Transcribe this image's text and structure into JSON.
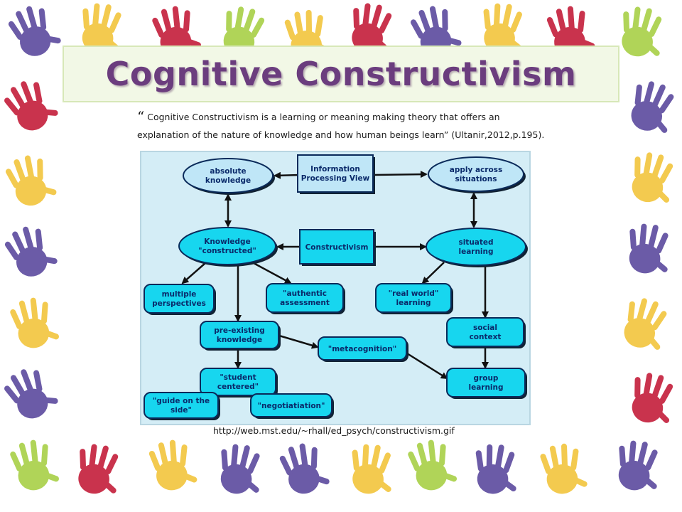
{
  "slide": {
    "title": "Cognitive Constructivism",
    "quote_mark": "“",
    "quote_line1": "Cognitive Constructivism is a learning or meaning making theory that offers an",
    "quote_line2": "explanation of the nature of knowledge and how human beings learn” (Ultanir,2012,p.195).",
    "source_url": "http://web.mst.edu/~rhall/ed_psych/constructivism.gif"
  },
  "colors": {
    "title": "#6b3d7e",
    "node_fill": "#17d6ef",
    "node_light_fill": "#bfe6f7",
    "diagram_bg": "#d4edf6",
    "hand_purple": "#5c4a9e",
    "hand_red": "#c41e3a",
    "hand_yellow": "#f2c53d",
    "hand_green": "#a8d046"
  },
  "diagram": {
    "nodes": [
      {
        "id": "absolute",
        "line1": "absolute",
        "line2": "knowledge",
        "shape": "ellipse-light"
      },
      {
        "id": "ipv",
        "line1": "Information",
        "line2": "Processing View",
        "shape": "rect-light"
      },
      {
        "id": "apply",
        "line1": "apply across",
        "line2": "situations",
        "shape": "ellipse-light"
      },
      {
        "id": "knowledge",
        "line1": "Knowledge",
        "line2": "\"constructed\"",
        "shape": "ellipse"
      },
      {
        "id": "constructivism",
        "line1": "Constructivism",
        "line2": "",
        "shape": "rect"
      },
      {
        "id": "situated",
        "line1": "situated",
        "line2": "learning",
        "shape": "ellipse"
      },
      {
        "id": "multiple",
        "line1": "multiple",
        "line2": "perspectives",
        "shape": "round"
      },
      {
        "id": "authentic",
        "line1": "\"authentic",
        "line2": "assessment",
        "shape": "round"
      },
      {
        "id": "realworld",
        "line1": "\"real world\"",
        "line2": "learning",
        "shape": "round"
      },
      {
        "id": "social",
        "line1": "social",
        "line2": "context",
        "shape": "round"
      },
      {
        "id": "preexisting",
        "line1": "pre-existing",
        "line2": "knowledge",
        "shape": "round"
      },
      {
        "id": "metacognition",
        "line1": "\"metacognition\"",
        "line2": "",
        "shape": "round"
      },
      {
        "id": "student",
        "line1": "\"student",
        "line2": "centered\"",
        "shape": "round"
      },
      {
        "id": "group",
        "line1": "group",
        "line2": "learning",
        "shape": "round"
      },
      {
        "id": "guide",
        "line1": "\"guide on the",
        "line2": "side\"",
        "shape": "round"
      },
      {
        "id": "negotiation",
        "line1": "\"negotiatiation\"",
        "line2": "",
        "shape": "round"
      }
    ]
  }
}
